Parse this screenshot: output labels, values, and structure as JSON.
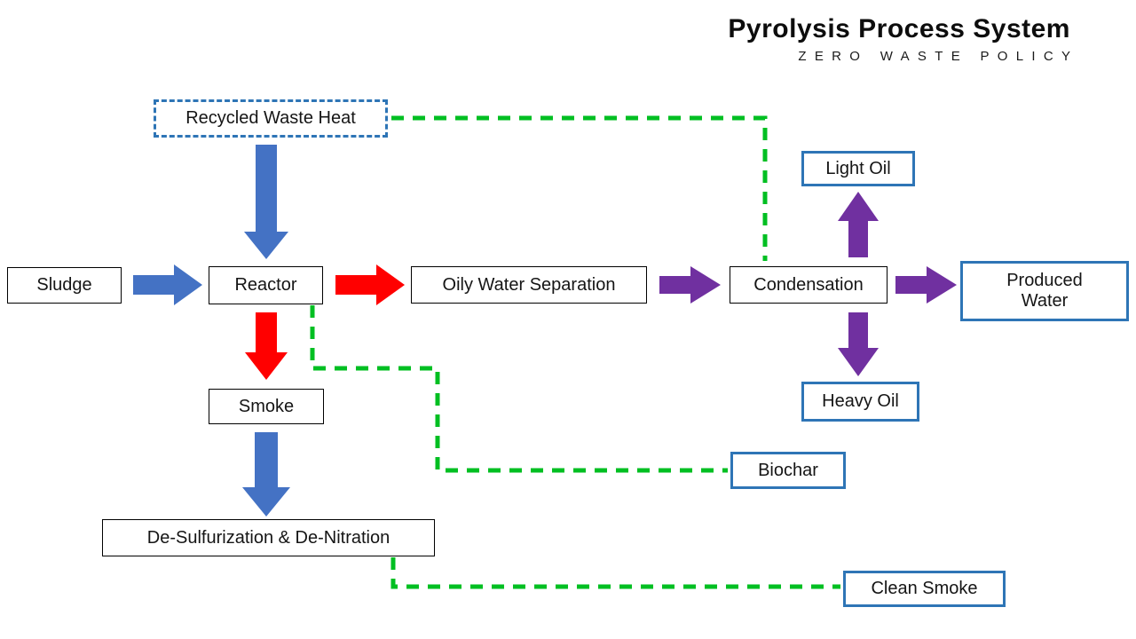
{
  "header": {
    "title": "Pyrolysis Process System",
    "subtitle": "ZERO WASTE POLICY"
  },
  "colors": {
    "blue": "#4472C4",
    "red": "#FF0000",
    "purple": "#7030A0",
    "green": "#00BF22",
    "outline_blue": "#2E75B6",
    "outline_black": "#000000"
  },
  "nodes": {
    "recycled_waste_heat": "Recycled Waste Heat",
    "light_oil": "Light Oil",
    "sludge": "Sludge",
    "reactor": "Reactor",
    "oily_water_separation": "Oily Water Separation",
    "condensation": "Condensation",
    "produced_water": "Produced\nWater",
    "smoke": "Smoke",
    "heavy_oil": "Heavy Oil",
    "biochar": "Biochar",
    "de_sulfurization": "De-Sulfurization & De-Nitration",
    "clean_smoke": "Clean Smoke"
  }
}
